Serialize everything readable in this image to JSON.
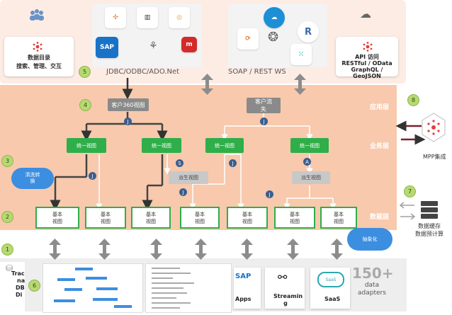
{
  "top": {
    "catalog": {
      "line1": "数据目录",
      "line2": "搜索、管理、交互"
    },
    "jdbc_label": "JDBC/ODBC/ADO.Net",
    "soap_label": "SOAP / REST WS",
    "api": {
      "line1": "API 访问",
      "line2": "RESTful / OData",
      "line3": "GraphQL / GeoJSON"
    },
    "logos_left": [
      "tableau-logo",
      "powerbi-logo",
      "alteryx-logo",
      "sap-logo",
      "qlik-logo",
      "microstrategy-logo"
    ],
    "logos_right": [
      "salesforce-logo",
      "mulesoft-logo",
      "ai-logo",
      "r-logo",
      "data-logo"
    ]
  },
  "layers": {
    "app": "应用层",
    "business": "业务层",
    "data": "数据层"
  },
  "views": {
    "customer360": "客户360视图",
    "churn_line1": "客户流",
    "churn_line2": "失",
    "unified": [
      "统一视图",
      "统一视图",
      "统一视图",
      "统一视图"
    ],
    "derived": [
      "派生视图",
      "派生视图"
    ],
    "base": [
      [
        "基本",
        "视图"
      ],
      [
        "基本",
        "视图"
      ],
      [
        "基本",
        "视图"
      ],
      [
        "基本",
        "视图"
      ],
      [
        "基本",
        "视图"
      ],
      [
        "基本",
        "视图"
      ],
      [
        "基本",
        "视图"
      ]
    ],
    "j": "J",
    "s": "S",
    "a": "A"
  },
  "clouds": {
    "clean_line1": "清洗转",
    "clean_line2": "换",
    "abstract": "抽象化"
  },
  "right": {
    "mpp": "MPP集成",
    "cache_line1": "数据缓存",
    "cache_line2": "数据预计算"
  },
  "numbers": [
    "1",
    "2",
    "3",
    "4",
    "5",
    "6",
    "7",
    "8"
  ],
  "bottom": {
    "trac": "Trac",
    "na": "na",
    "db": "DB",
    "di": "Di",
    "apps": "Apps",
    "streaming_line1": "Streamin",
    "streaming_line2": "g",
    "saas": "SaaS",
    "count": "150+",
    "count_line1": "data",
    "count_line2": "adapters"
  },
  "colors": {
    "green": "#2fae4a",
    "peach": "#f8c9ad",
    "light_peach": "#fdece4",
    "arrow": "#8c8c8c",
    "cloud": "#3b8ee0"
  }
}
